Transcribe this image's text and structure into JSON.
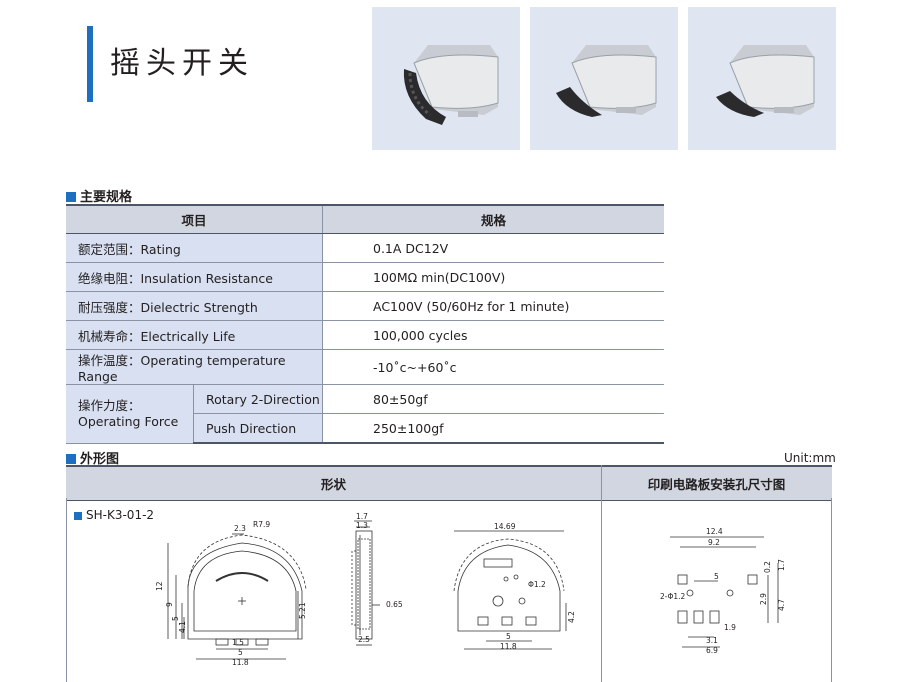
{
  "page_title": "摇头开关",
  "photos": [
    {
      "alt": "product-photo-1"
    },
    {
      "alt": "product-photo-2"
    },
    {
      "alt": "product-photo-3"
    }
  ],
  "specs_section": {
    "heading": "主要规格",
    "col_item": "项目",
    "col_spec": "规格",
    "rows": [
      {
        "label": "额定范围：Rating",
        "value": "0.1A   DC12V"
      },
      {
        "label": "绝缘电阻：Insulation Resistance",
        "value": "100MΩ   min(DC100V)"
      },
      {
        "label": "耐压强度：Dielectric Strength",
        "value": "AC100V (50/60Hz for 1 minute)"
      },
      {
        "label": "机械寿命：Electrically Life",
        "value": "100,000 cycles"
      },
      {
        "label": "操作温度：Operating temperature Range",
        "value": "-10˚c~+60˚c"
      }
    ],
    "force": {
      "label_cn": "操作力度：",
      "label_en": "Operating Force",
      "sub": [
        {
          "label": "Rotary 2-Direction",
          "value": "80±50gf"
        },
        {
          "label": "Push Direction",
          "value": "250±100gf"
        }
      ]
    }
  },
  "dimension_section": {
    "heading": "外形图",
    "unit": "Unit:mm",
    "col_shape": "形状",
    "col_pcb": "印刷电路板安装孔尺寸图",
    "model": "SH-K3-01-2",
    "front_dims": {
      "d1": "2.3",
      "d2": "R7.9",
      "d3": "12",
      "d4": "9",
      "d5": "5",
      "d6": "4.1",
      "d7": "5.21",
      "d8": "1.5",
      "d9": "5",
      "d10": "11.8"
    },
    "side_dims": {
      "d1": "1.7",
      "d2": "1.3",
      "d3": "0.65",
      "d4": "2.5"
    },
    "back_dims": {
      "d1": "14.69",
      "d2": "Φ1.2",
      "d3": "4.2",
      "d4": "5",
      "d5": "11.8"
    },
    "pcb_dims": {
      "d1": "12.4",
      "d2": "9.2",
      "d3": "5",
      "d4": "0.2",
      "d5": "1.7",
      "d6": "2-Φ1.2",
      "d7": "2.9",
      "d8": "4.7",
      "d9": "1.9",
      "d10": "3.1",
      "d11": "6.9"
    }
  }
}
